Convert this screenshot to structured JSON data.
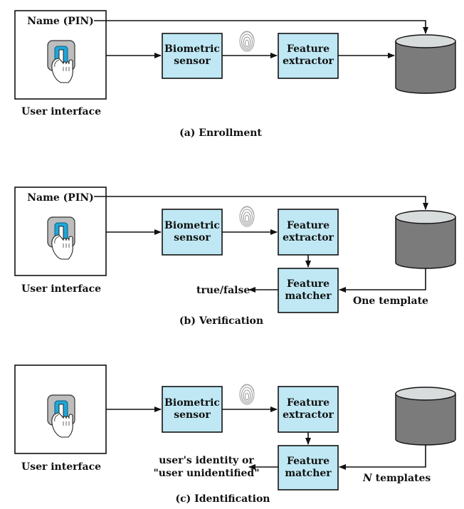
{
  "colors": {
    "box_fill": "#bfe8f4",
    "stroke": "#111111",
    "db_body": "#7b7b7b",
    "db_top": "#d9dcdc",
    "sensor_bezel": "#bdbdbd",
    "sensor_core": "#1fa6d8"
  },
  "icons": {
    "fingerprint": "fingerprint-icon",
    "hand": "hand-pointing-icon",
    "database": "database-cylinder-icon"
  },
  "panel_a": {
    "name_pin": "Name (PIN)",
    "user_interface": "User interface",
    "sensor_l1": "Biometric",
    "sensor_l2": "sensor",
    "extractor_l1": "Feature",
    "extractor_l2": "extractor",
    "caption": "(a) Enrollment"
  },
  "panel_b": {
    "name_pin": "Name (PIN)",
    "user_interface": "User interface",
    "sensor_l1": "Biometric",
    "sensor_l2": "sensor",
    "extractor_l1": "Feature",
    "extractor_l2": "extractor",
    "matcher_l1": "Feature",
    "matcher_l2": "matcher",
    "output": "true/false",
    "templates": "One template",
    "caption": "(b) Verification"
  },
  "panel_c": {
    "user_interface": "User interface",
    "sensor_l1": "Biometric",
    "sensor_l2": "sensor",
    "extractor_l1": "Feature",
    "extractor_l2": "extractor",
    "matcher_l1": "Feature",
    "matcher_l2": "matcher",
    "output_l1": "user's identity or",
    "output_l2": "\"user unidentified\"",
    "templates_n": "N",
    "templates_rest": " templates",
    "caption": "(c) Identification"
  }
}
